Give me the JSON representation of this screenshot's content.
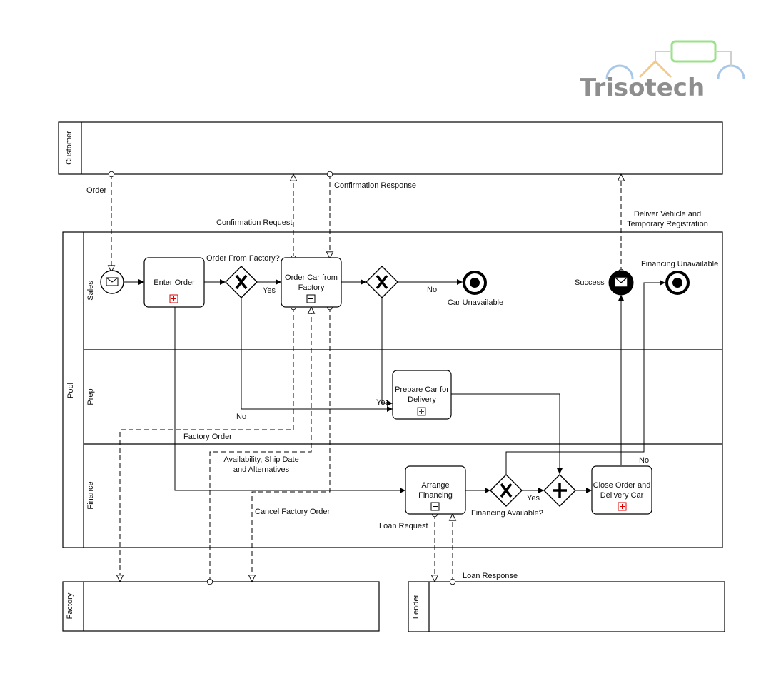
{
  "logo": {
    "text": "Trisotech",
    "colors": {
      "outline": "#a9c7e6",
      "roof": "#f5c98a",
      "box": "#9be08b",
      "text": "#8e8e8e"
    }
  },
  "pools": {
    "customer": "Customer",
    "main": "Pool",
    "factory": "Factory",
    "lender": "Lender"
  },
  "lanes": {
    "sales": "Sales",
    "prep": "Prep",
    "finance": "Finance"
  },
  "tasks": {
    "enter_order": "Enter Order",
    "order_car_line1": "Order Car from",
    "order_car_line2": "Factory",
    "prepare_line1": "Prepare Car for",
    "prepare_line2": "Delivery",
    "arrange_line1": "Arrange",
    "arrange_line2": "Financing",
    "close_line1": "Close Order and",
    "close_line2": "Delivery Car"
  },
  "labels": {
    "order": "Order",
    "confirmation_request": "Confirmation Request",
    "confirmation_response": "Confirmation Response",
    "deliver_line1": "Deliver Vehicle and",
    "deliver_line2": "Temporary Registration",
    "order_from_factory": "Order From Factory?",
    "yes_1": "Yes",
    "no_1": "No",
    "car_unavailable": "Car Unavailable",
    "success": "Success",
    "financing_unavailable": "Financing Unavailable",
    "no_2": "No",
    "yes_2": "Yes",
    "factory_order": "Factory Order",
    "availability_line1": "Availability, Ship Date",
    "availability_line2": "and Alternatives",
    "cancel_factory_order": "Cancel Factory Order",
    "loan_request": "Loan Request",
    "loan_response": "Loan Response",
    "financing_available": "Financing Available?",
    "yes_3": "Yes",
    "no_3": "No"
  }
}
